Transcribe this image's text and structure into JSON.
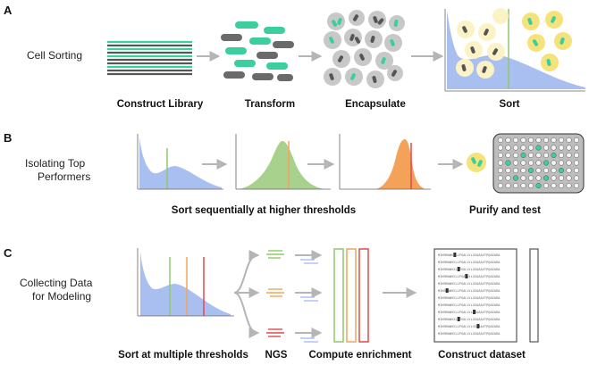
{
  "sections": {
    "a": {
      "letter": "A",
      "title": "Cell Sorting",
      "steps": [
        "Construct Library",
        "Transform",
        "Encapsulate",
        "Sort"
      ]
    },
    "b": {
      "letter": "B",
      "title_lines": [
        "Isolating Top",
        "Performers"
      ],
      "caption": "Sort sequentially at higher thresholds",
      "caption_right": "Purify and test"
    },
    "c": {
      "letter": "C",
      "title_lines": [
        "Collecting Data",
        "for Modeling"
      ],
      "steps": [
        "Sort at multiple thresholds",
        "NGS",
        "Compute enrichment",
        "Construct dataset"
      ]
    }
  },
  "sequences": [
    "MIKRMAWVSLLPSALVLLGSQAAVTPQAEADA",
    "MIKRMAWVSLLPSALVLLGSQAAVTPQAEADA",
    "MIKRMAWVSLLPSALVLLGSQAAVTPQAEADA",
    "MIKRMAWVSLLPSALVLLGSQAAVTPQAEADA",
    "MIKRMAWVSLLPSALVLLGSQAAVTPQAEADA",
    "MIKRMAWVSLLPSALVLLGSQAAVTPQAEADA",
    "MIKRMAWVSLLPSALVLLGSQAAVTPQAEADA",
    "MIKRMAWVSLLPSALVLLGSQAAVTPQAEADA",
    "MIKRMAWVSLLPSALVLLGSQAAVTPQAEADA",
    "MIKRMAWVSLLPSALVLLGSQAAVTPQAEADA",
    "MIKRMAWVSLLPSALVLLGSQAAVTPQAEADA",
    "MIKRMAWVSLLPSALVLLGSQAAVTPQAEADA"
  ],
  "colors": {
    "teal": "#3ccf9e",
    "dark_cell": "#5b5b5b",
    "gray_cell": "#bdbdbd",
    "yellow": "#f5e27a",
    "blue_dist": "#a9bff0",
    "green_dist": "#a8d18d",
    "orange_dist": "#f4a25a",
    "red": "#e04a4a",
    "arrow": "#b5b5b5"
  }
}
